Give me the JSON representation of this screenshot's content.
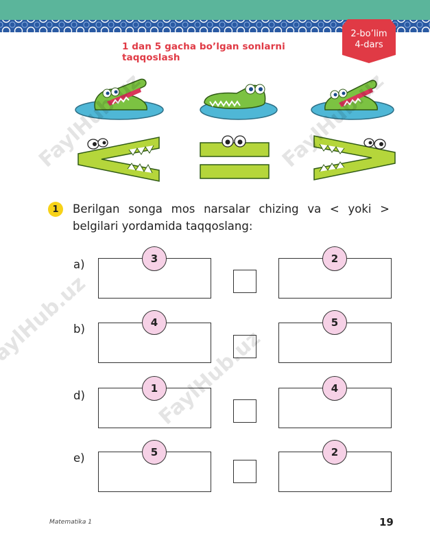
{
  "header": {
    "title": "1 dan 5 gacha bo’lgan sonlarni taqqoslash",
    "badge_line1": "2-bo’lim",
    "badge_line2": "4-dars"
  },
  "colors": {
    "teal": "#5bb59b",
    "ornament": "#2a5aa3",
    "title_red": "#e03a45",
    "croc_green": "#b5d63b",
    "circle_pink": "#f6d1e6",
    "number_yellow": "#f7d218"
  },
  "illustration": {
    "items": [
      "crocodile-mouth-open-left",
      "crocodile-mouth-closed",
      "crocodile-mouth-open-right"
    ],
    "signs": [
      "<",
      "=",
      ">"
    ]
  },
  "task": {
    "number": "1",
    "text": "Berilgan songa mos narsalar chizing va < yoki > belgilari yordamida taqqoslang:"
  },
  "rows": [
    {
      "label": "a)",
      "left": "3",
      "right": "2"
    },
    {
      "label": "b)",
      "left": "4",
      "right": "5"
    },
    {
      "label": "d)",
      "left": "1",
      "right": "4"
    },
    {
      "label": "e)",
      "left": "5",
      "right": "2"
    }
  ],
  "watermark": "FaylHub.uz",
  "footer": {
    "book": "Matematika 1",
    "page": "19"
  }
}
